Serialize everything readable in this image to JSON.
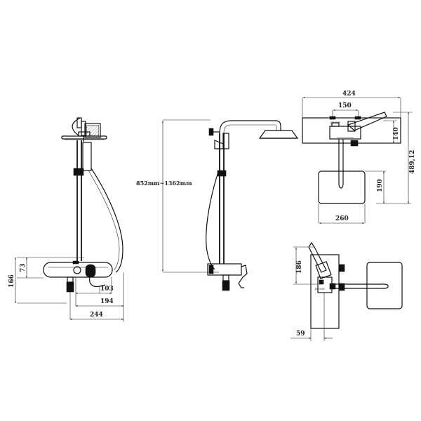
{
  "dimensions": {
    "front_73": "73",
    "front_166": "166",
    "front_103": "103",
    "front_194": "194",
    "front_244": "244",
    "side_height": "852mm~1362mm",
    "top_424": "424",
    "top_150": "150",
    "top_140": "140",
    "top_489": "489,12",
    "top_190": "190",
    "top_260": "260",
    "bottom_186": "186",
    "bottom_59": "59"
  },
  "icons": {
    "overhead_shower": "rain-shower-head-icon",
    "hand_shower": "hand-shower-icon",
    "mixer": "mixer-valve-icon"
  }
}
